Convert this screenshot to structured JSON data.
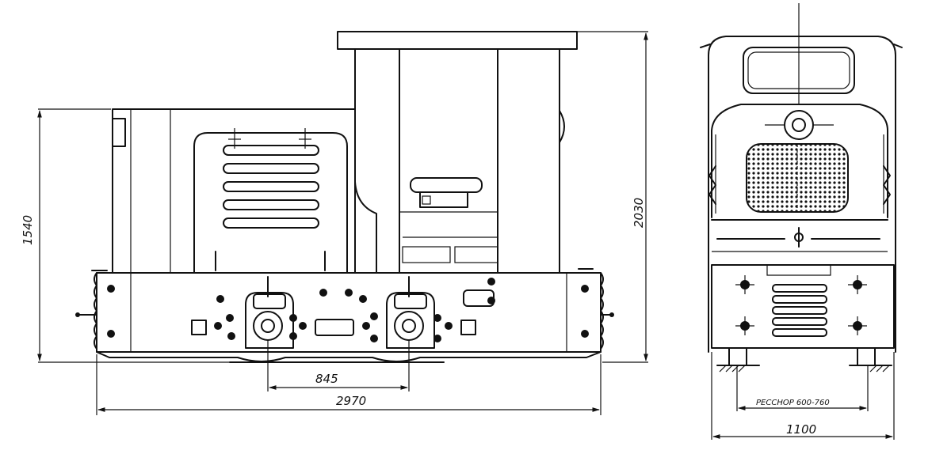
{
  "dimensions": {
    "side_height": "1540",
    "overall_height": "2030",
    "axle_base": "845",
    "overall_length": "2970",
    "front_width": "1100"
  },
  "notes": {
    "spring_label": "РЕССНОР 600-760"
  }
}
